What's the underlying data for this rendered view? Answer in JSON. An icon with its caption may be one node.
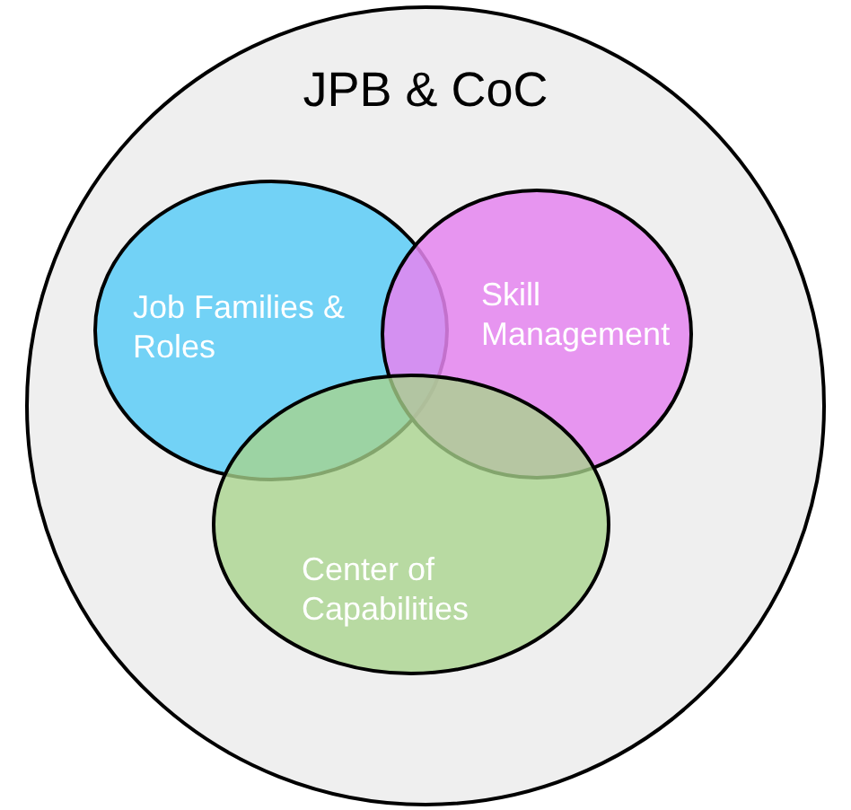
{
  "diagram": {
    "nodes": [
      {
        "text": [
          "JPB & CoC"
        ]
      },
      {
        "text": [
          "Job Families & Roles"
        ],
        "in": 0
      },
      {
        "text": [
          "Skill Management"
        ],
        "in": 0
      },
      {
        "text": [
          "Center of Capabilities"
        ],
        "in": 0
      }
    ]
  }
}
